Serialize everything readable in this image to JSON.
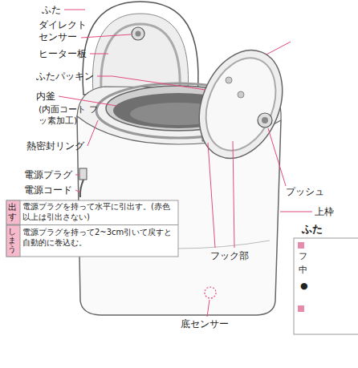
{
  "diagram": {
    "labels": [
      "ふた",
      "ダイレクト センサー",
      "ヒーター板",
      "ふたパッキン",
      "内釜",
      "(内面コート フッ素加工)",
      "熱密封リング",
      "電源プラグ",
      "電源コード",
      "出す",
      "電源プラグを持って水平に引出す。(赤色以上は引出さない)",
      "しまう",
      "電源プラグを持って2~3cm引いて戻すと自動的に巻込む。",
      "プッシュ",
      "上枠",
      "ふた",
      "フ",
      "中",
      "●",
      "フック部",
      "底センサー"
    ]
  }
}
